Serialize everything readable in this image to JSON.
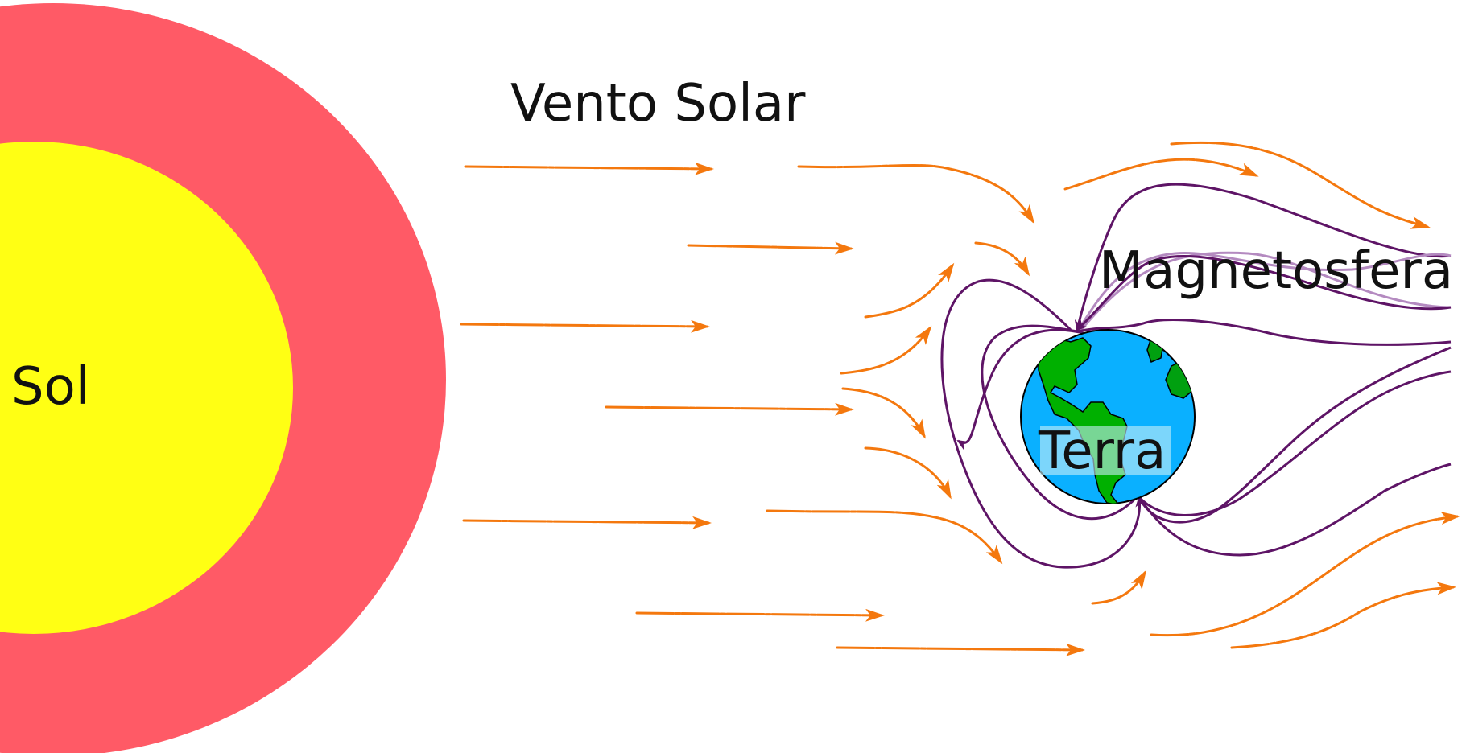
{
  "labels": {
    "sun": "Sol",
    "solar_wind": "Vento Solar",
    "magnetosphere": "Magnetosfera",
    "earth": "Terra"
  },
  "colors": {
    "sun_corona": "#ff5a66",
    "sun_core": "#ffff14",
    "solar_wind": "#f4780e",
    "field_lines": "#5e1466",
    "field_lines_light": "#b48ac0",
    "ocean": "#0ab0ff",
    "land": "#00b000",
    "earth_label_box": "#9ee6f6"
  }
}
